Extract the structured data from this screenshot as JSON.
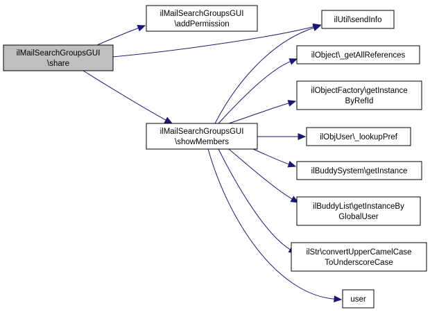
{
  "diagram": {
    "colors": {
      "edge": "#191970",
      "node_border": "#000000",
      "root_fill": "#bfbfbf",
      "node_fill": "#ffffff"
    },
    "nodes": [
      {
        "id": "share",
        "lines": [
          "ilMailSearchGroupsGUI",
          "\\share"
        ],
        "root": true
      },
      {
        "id": "addPermission",
        "lines": [
          "ilMailSearchGroupsGUI",
          "\\addPermission"
        ]
      },
      {
        "id": "showMembers",
        "lines": [
          "ilMailSearchGroupsGUI",
          "\\showMembers"
        ]
      },
      {
        "id": "sendInfo",
        "lines": [
          "ilUtil\\sendInfo"
        ]
      },
      {
        "id": "getAllReferences",
        "lines": [
          "ilObject\\_getAllReferences"
        ]
      },
      {
        "id": "getInstanceByRefId",
        "lines": [
          "ilObjectFactory\\getInstance",
          "ByRefId"
        ]
      },
      {
        "id": "lookupPref",
        "lines": [
          "ilObjUser\\_lookupPref"
        ]
      },
      {
        "id": "buddyGetInstance",
        "lines": [
          "ilBuddySystem\\getInstance"
        ]
      },
      {
        "id": "getInstanceByGlobalUser",
        "lines": [
          "ilBuddyList\\getInstanceBy",
          "GlobalUser"
        ]
      },
      {
        "id": "convertCase",
        "lines": [
          "ilStr\\convertUpperCamelCase",
          "ToUnderscoreCase"
        ]
      },
      {
        "id": "user",
        "lines": [
          "user"
        ]
      }
    ],
    "edges": [
      {
        "from": "share",
        "to": "addPermission"
      },
      {
        "from": "share",
        "to": "sendInfo"
      },
      {
        "from": "share",
        "to": "showMembers"
      },
      {
        "from": "showMembers",
        "to": "sendInfo"
      },
      {
        "from": "showMembers",
        "to": "getAllReferences"
      },
      {
        "from": "showMembers",
        "to": "getInstanceByRefId"
      },
      {
        "from": "showMembers",
        "to": "lookupPref"
      },
      {
        "from": "showMembers",
        "to": "buddyGetInstance"
      },
      {
        "from": "showMembers",
        "to": "getInstanceByGlobalUser"
      },
      {
        "from": "showMembers",
        "to": "convertCase"
      },
      {
        "from": "showMembers",
        "to": "user"
      }
    ]
  }
}
